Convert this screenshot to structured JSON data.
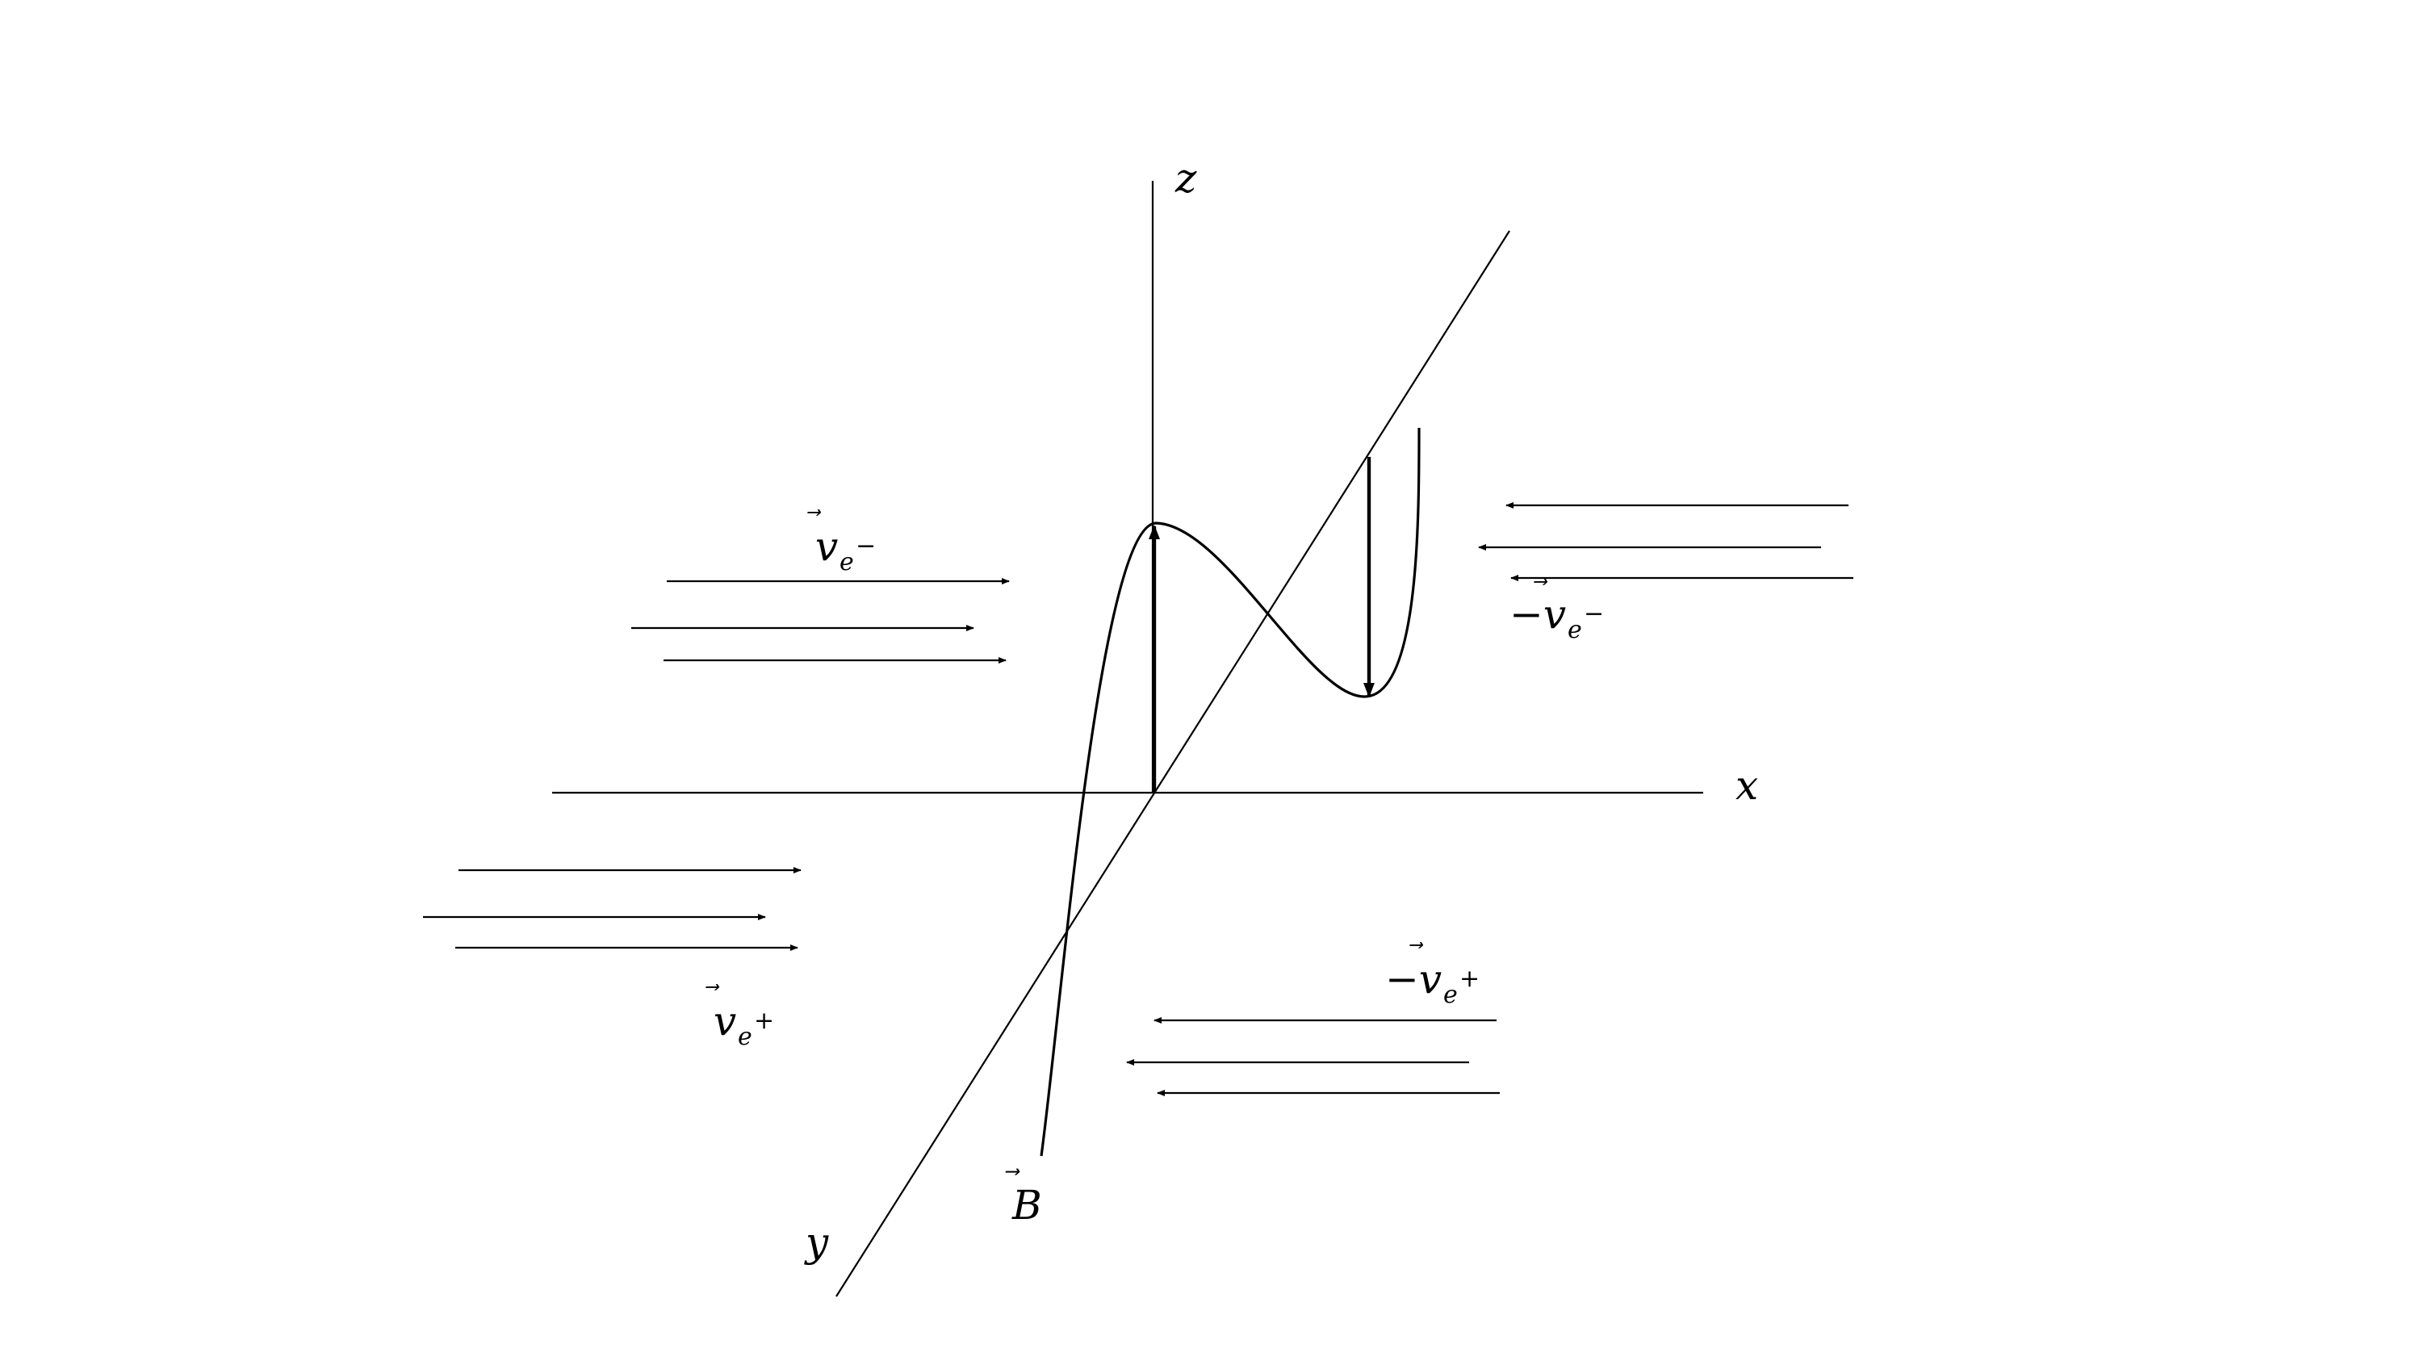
{
  "diagram": {
    "axes": {
      "x_label": "x",
      "y_label": "y",
      "z_label": "z"
    },
    "field_label": {
      "symbol": "B",
      "arrow": "⃗"
    },
    "velocity_labels": {
      "v_electron": {
        "prefix": "",
        "symbol": "v",
        "arrow": "⃗",
        "sub": "e",
        "sup": "−"
      },
      "minus_v_electron": {
        "prefix": "−",
        "symbol": "v",
        "arrow": "⃗",
        "sub": "e",
        "sup": "−"
      },
      "v_positron": {
        "prefix": "",
        "symbol": "v",
        "arrow": "⃗",
        "sub": "e",
        "sup": "+"
      },
      "minus_v_positron": {
        "prefix": "−",
        "symbol": "v",
        "arrow": "⃗",
        "sub": "e",
        "sup": "+"
      }
    },
    "colors": {
      "stroke": "#000000",
      "background": "#ffffff"
    }
  }
}
